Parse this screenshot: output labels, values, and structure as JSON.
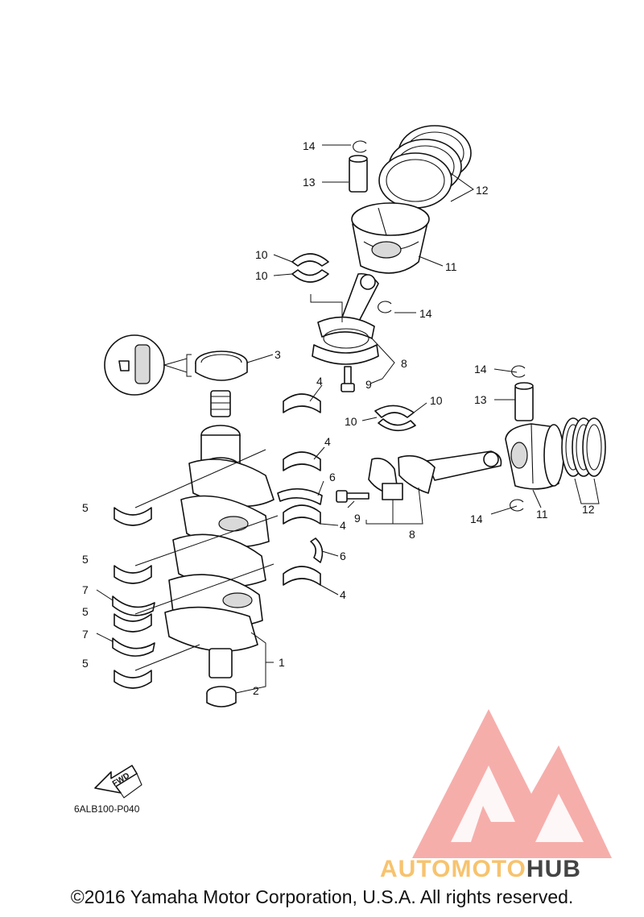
{
  "diagram_code": "6ALB100-P040",
  "fwd_label": "FWD",
  "copyright": "©2016 Yamaha Motor Corporation, U.S.A. All rights reserved.",
  "watermark": {
    "text_part1": "AUTOMOTO",
    "text_part2": "HUB",
    "color_primary": "#f4a09c",
    "color_secondary": "#f7c36e",
    "color_dark": "#444444"
  },
  "callouts": [
    {
      "id": "c14a",
      "label": "14"
    },
    {
      "id": "c13a",
      "label": "13"
    },
    {
      "id": "c12a",
      "label": "12"
    },
    {
      "id": "c11a",
      "label": "11"
    },
    {
      "id": "c10a",
      "label": "10"
    },
    {
      "id": "c10b",
      "label": "10"
    },
    {
      "id": "c14b",
      "label": "14"
    },
    {
      "id": "c3",
      "label": "3"
    },
    {
      "id": "c8a",
      "label": "8"
    },
    {
      "id": "c9a",
      "label": "9"
    },
    {
      "id": "c4a",
      "label": "4"
    },
    {
      "id": "c14c",
      "label": "14"
    },
    {
      "id": "c13b",
      "label": "13"
    },
    {
      "id": "c10c",
      "label": "10"
    },
    {
      "id": "c10d",
      "label": "10"
    },
    {
      "id": "c4b",
      "label": "4"
    },
    {
      "id": "c6a",
      "label": "6"
    },
    {
      "id": "c5a",
      "label": "5"
    },
    {
      "id": "c9b",
      "label": "9"
    },
    {
      "id": "c14d",
      "label": "14"
    },
    {
      "id": "c11b",
      "label": "11"
    },
    {
      "id": "c12b",
      "label": "12"
    },
    {
      "id": "c4c",
      "label": "4"
    },
    {
      "id": "c8b",
      "label": "8"
    },
    {
      "id": "c5b",
      "label": "5"
    },
    {
      "id": "c6b",
      "label": "6"
    },
    {
      "id": "c7a",
      "label": "7"
    },
    {
      "id": "c5c",
      "label": "5"
    },
    {
      "id": "c4d",
      "label": "4"
    },
    {
      "id": "c7b",
      "label": "7"
    },
    {
      "id": "c5d",
      "label": "5"
    },
    {
      "id": "c1",
      "label": "1"
    },
    {
      "id": "c2",
      "label": "2"
    }
  ]
}
